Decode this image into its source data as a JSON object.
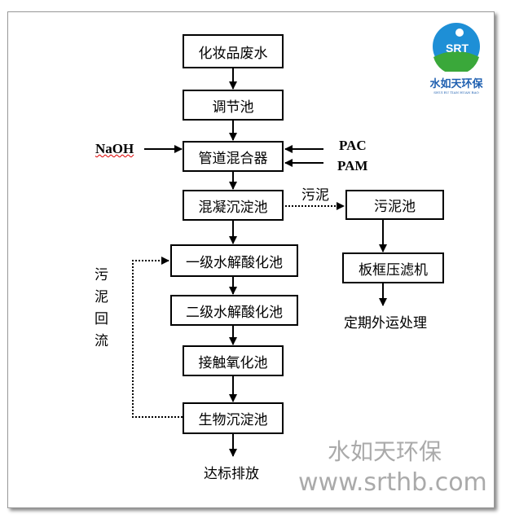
{
  "boxes": {
    "cosmetic_wastewater": "化妆品废水",
    "equalization_tank": "调节池",
    "pipeline_mixer": "管道混合器",
    "coag_sed_tank": "混凝沉淀池",
    "sludge_tank": "污泥池",
    "hydrolysis_1": "一级水解酸化池",
    "filter_press": "板框压滤机",
    "hydrolysis_2": "二级水解酸化池",
    "contact_oxidation": "接触氧化池",
    "bio_sed_tank": "生物沉淀池"
  },
  "labels": {
    "naoh": "NaOH",
    "pac": "PAC",
    "pam": "PAM",
    "sludge": "污泥",
    "sludge_return": [
      "污",
      "泥",
      "回",
      "流"
    ],
    "discharge": "达标排放",
    "transport": "定期外运处理"
  },
  "logo": {
    "abbr": "SRT",
    "name": "水如天环保",
    "pinyin": "SHUI RU TIAN HUAN BAO"
  },
  "watermark": {
    "name": "水如天环保",
    "url": "www.srthb.com"
  }
}
